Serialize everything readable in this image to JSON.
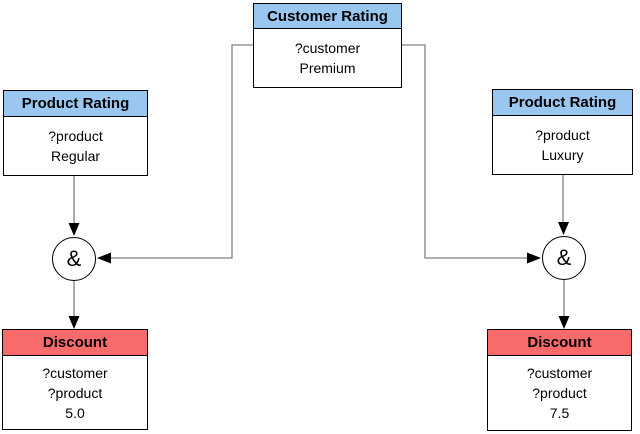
{
  "diagram": {
    "nodes": {
      "customer_rating": {
        "title": "Customer Rating",
        "lines": [
          "?customer",
          "Premium"
        ]
      },
      "product_rating_left": {
        "title": "Product Rating",
        "lines": [
          "?product",
          "Regular"
        ]
      },
      "product_rating_right": {
        "title": "Product Rating",
        "lines": [
          "?product",
          "Luxury"
        ]
      },
      "join_left": {
        "label": "&"
      },
      "join_right": {
        "label": "&"
      },
      "discount_left": {
        "title": "Discount",
        "lines": [
          "?customer",
          "?product",
          "5.0"
        ]
      },
      "discount_right": {
        "title": "Discount",
        "lines": [
          "?customer",
          "?product",
          "7.5"
        ]
      }
    },
    "colors": {
      "header_blue": "#99C7F0",
      "header_red": "#F96B6B",
      "connector_gray": "#808080",
      "border_black": "#000000",
      "background": "#FFFFFF"
    }
  }
}
